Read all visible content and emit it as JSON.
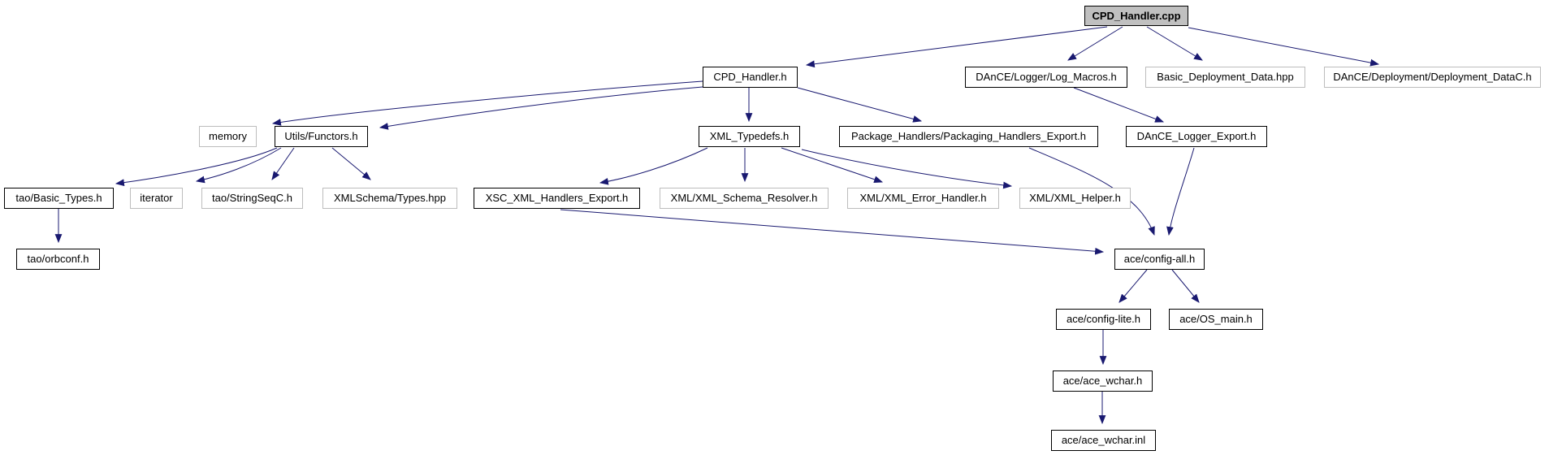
{
  "diagram": {
    "kind": "include-dependency-graph",
    "root_label": "CPD_Handler.cpp",
    "colors": {
      "edge": "#191970",
      "documented_border": "#000000",
      "undocumented_border": "#bdbdbd",
      "root_fill": "#c0c0c0",
      "node_fill": "#ffffff",
      "text": "#000000"
    },
    "nodes": [
      {
        "id": "cpd-handler-cpp",
        "label": "CPD_Handler.cpp",
        "documented": false,
        "root": true
      },
      {
        "id": "cpd-handler-h",
        "label": "CPD_Handler.h",
        "documented": true
      },
      {
        "id": "dance-logger-log-macros-h",
        "label": "DAnCE/Logger/Log_Macros.h",
        "documented": true
      },
      {
        "id": "basic-deployment-data-hpp",
        "label": "Basic_Deployment_Data.hpp",
        "documented": false
      },
      {
        "id": "dance-deployment-deployment-datac-h",
        "label": "DAnCE/Deployment/Deployment_DataC.h",
        "documented": false
      },
      {
        "id": "memory",
        "label": "memory",
        "documented": false
      },
      {
        "id": "utils-functors-h",
        "label": "Utils/Functors.h",
        "documented": true
      },
      {
        "id": "xml-typedefs-h",
        "label": "XML_Typedefs.h",
        "documented": true
      },
      {
        "id": "package-handlers-packaging-handlers-export-h",
        "label": "Package_Handlers/Packaging_Handlers_Export.h",
        "documented": true
      },
      {
        "id": "dance-logger-export-h",
        "label": "DAnCE_Logger_Export.h",
        "documented": true
      },
      {
        "id": "tao-basic-types-h",
        "label": "tao/Basic_Types.h",
        "documented": true
      },
      {
        "id": "iterator",
        "label": "iterator",
        "documented": false
      },
      {
        "id": "tao-stringseqc-h",
        "label": "tao/StringSeqC.h",
        "documented": false
      },
      {
        "id": "xmlschema-types-hpp",
        "label": "XMLSchema/Types.hpp",
        "documented": false
      },
      {
        "id": "xsc-xml-handlers-export-h",
        "label": "XSC_XML_Handlers_Export.h",
        "documented": true
      },
      {
        "id": "xml-xml-schema-resolver-h",
        "label": "XML/XML_Schema_Resolver.h",
        "documented": false
      },
      {
        "id": "xml-xml-error-handler-h",
        "label": "XML/XML_Error_Handler.h",
        "documented": false
      },
      {
        "id": "xml-xml-helper-h",
        "label": "XML/XML_Helper.h",
        "documented": false
      },
      {
        "id": "tao-orbconf-h",
        "label": "tao/orbconf.h",
        "documented": true
      },
      {
        "id": "ace-config-all-h",
        "label": "ace/config-all.h",
        "documented": true
      },
      {
        "id": "ace-config-lite-h",
        "label": "ace/config-lite.h",
        "documented": true
      },
      {
        "id": "ace-os-main-h",
        "label": "ace/OS_main.h",
        "documented": true
      },
      {
        "id": "ace-ace-wchar-h",
        "label": "ace/ace_wchar.h",
        "documented": true
      },
      {
        "id": "ace-ace-wchar-inl",
        "label": "ace/ace_wchar.inl",
        "documented": true
      }
    ],
    "edges": [
      {
        "from": "cpd-handler-cpp",
        "to": "cpd-handler-h"
      },
      {
        "from": "cpd-handler-cpp",
        "to": "dance-logger-log-macros-h"
      },
      {
        "from": "cpd-handler-cpp",
        "to": "basic-deployment-data-hpp"
      },
      {
        "from": "cpd-handler-cpp",
        "to": "dance-deployment-deployment-datac-h"
      },
      {
        "from": "cpd-handler-h",
        "to": "memory"
      },
      {
        "from": "cpd-handler-h",
        "to": "utils-functors-h"
      },
      {
        "from": "cpd-handler-h",
        "to": "xml-typedefs-h"
      },
      {
        "from": "cpd-handler-h",
        "to": "package-handlers-packaging-handlers-export-h"
      },
      {
        "from": "dance-logger-log-macros-h",
        "to": "dance-logger-export-h"
      },
      {
        "from": "utils-functors-h",
        "to": "tao-basic-types-h"
      },
      {
        "from": "utils-functors-h",
        "to": "iterator"
      },
      {
        "from": "utils-functors-h",
        "to": "tao-stringseqc-h"
      },
      {
        "from": "utils-functors-h",
        "to": "xmlschema-types-hpp"
      },
      {
        "from": "xml-typedefs-h",
        "to": "xsc-xml-handlers-export-h"
      },
      {
        "from": "xml-typedefs-h",
        "to": "xml-xml-schema-resolver-h"
      },
      {
        "from": "xml-typedefs-h",
        "to": "xml-xml-error-handler-h"
      },
      {
        "from": "xml-typedefs-h",
        "to": "xml-xml-helper-h"
      },
      {
        "from": "package-handlers-packaging-handlers-export-h",
        "to": "ace-config-all-h"
      },
      {
        "from": "dance-logger-export-h",
        "to": "ace-config-all-h"
      },
      {
        "from": "xsc-xml-handlers-export-h",
        "to": "ace-config-all-h"
      },
      {
        "from": "tao-basic-types-h",
        "to": "tao-orbconf-h"
      },
      {
        "from": "ace-config-all-h",
        "to": "ace-config-lite-h"
      },
      {
        "from": "ace-config-all-h",
        "to": "ace-os-main-h"
      },
      {
        "from": "ace-config-lite-h",
        "to": "ace-ace-wchar-h"
      },
      {
        "from": "ace-ace-wchar-h",
        "to": "ace-ace-wchar-inl"
      }
    ]
  }
}
